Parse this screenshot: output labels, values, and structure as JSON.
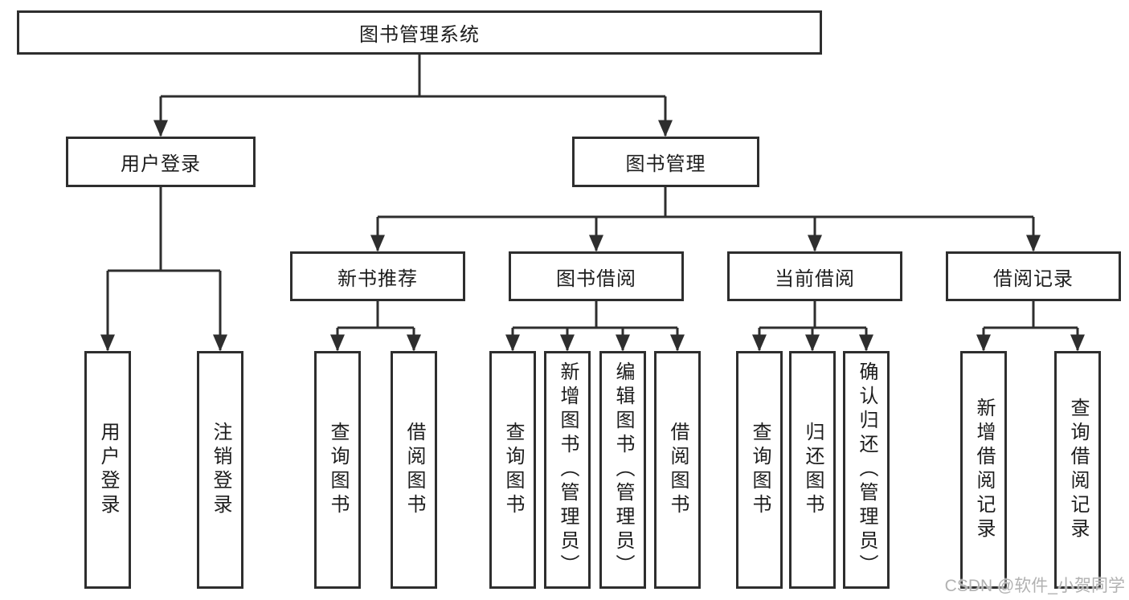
{
  "colors": {
    "line": "#2e2e2e",
    "text": "#1d1d1d",
    "background": "#ffffff",
    "watermark": "#b2b2b2"
  },
  "watermark": {
    "text": "CSDN @软件_小贺同学"
  },
  "tree": {
    "root": {
      "label": "图书管理系统",
      "children": [
        {
          "label": "用户登录",
          "children": [
            {
              "label": "用户登录"
            },
            {
              "label": "注销登录"
            }
          ]
        },
        {
          "label": "图书管理",
          "children": [
            {
              "label": "新书推荐",
              "children": [
                {
                  "label": "查询图书"
                },
                {
                  "label": "借阅图书"
                }
              ]
            },
            {
              "label": "图书借阅",
              "children": [
                {
                  "label": "查询图书"
                },
                {
                  "label": "新增图书（管理员）"
                },
                {
                  "label": "编辑图书（管理员）"
                },
                {
                  "label": "借阅图书"
                }
              ]
            },
            {
              "label": "当前借阅",
              "children": [
                {
                  "label": "查询图书"
                },
                {
                  "label": "归还图书"
                },
                {
                  "label": "确认归还（管理员）"
                }
              ]
            },
            {
              "label": "借阅记录",
              "children": [
                {
                  "label": "新增借阅记录"
                },
                {
                  "label": "查询借阅记录"
                }
              ]
            }
          ]
        }
      ]
    }
  }
}
